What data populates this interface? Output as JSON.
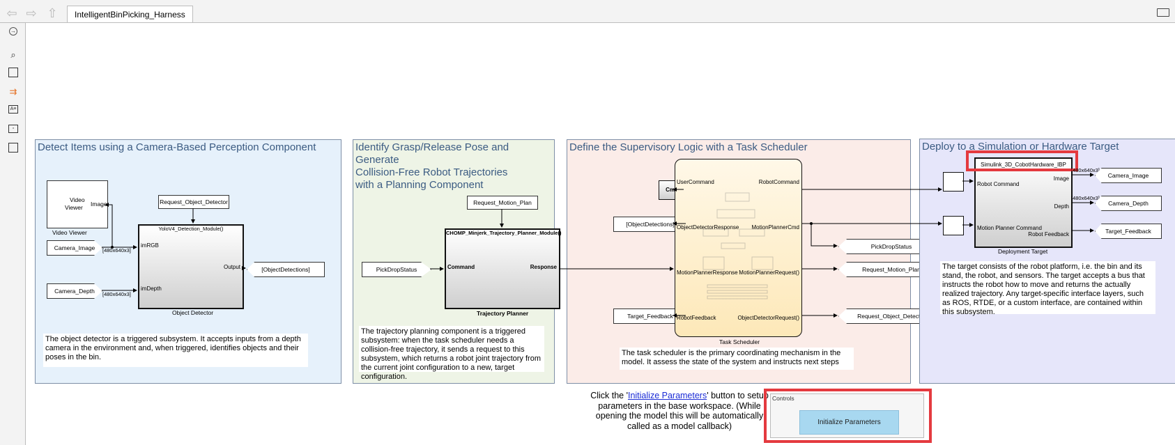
{
  "tab_title": "IntelligentBinPicking_Harness",
  "icons": [
    "back-icon",
    "forward-icon",
    "up-icon",
    "keyboard-icon",
    "hide-arrow-icon",
    "zoom-icon",
    "fit-view-icon",
    "signal-line-icon",
    "annotation-icon",
    "image-icon",
    "area-icon"
  ],
  "areas": {
    "perception": {
      "title": "Detect Items using a Camera-Based Perception Component",
      "video_viewer": {
        "line1": "Video",
        "line2": "Viewer",
        "port": "Image",
        "label": "Video Viewer"
      },
      "from_camera_image": "Camera_Image",
      "from_camera_depth": "Camera_Depth",
      "sig_rgb": "[480x640x3]",
      "sig_depth": "[480x640x3]",
      "request_tag": "Request_Object_Detector",
      "block_title": "YoloV4_Detection_Module()",
      "port_rgb": "imRGB",
      "port_depth": "imDepth",
      "port_output": "Output",
      "goto_detections": "[ObjectDetections]",
      "block_label": "Object Detector",
      "note": "The object detector is a triggered subsystem. It accepts inputs from a depth camera in the environment and, when triggered, identifies objects and their poses in the bin."
    },
    "planning": {
      "title": "Identify Grasp/Release Pose and Generate\nCollision-Free Robot Trajectories\nwith a Planning Component",
      "request_tag": "Request_Motion_Plan",
      "from_status": "PickDropStatus",
      "block_title": "CHOMP_Minjerk_Trajectory_Planner_Module()",
      "port_command": "Command",
      "port_response": "Response",
      "block_label": "Trajectory Planner",
      "note": "The trajectory planning component is a triggered subsystem: when the task scheduler needs a collision-free trajectory, it sends a request to this subsystem, which returns a robot joint trajectory from the current joint configuration to a new, target configuration."
    },
    "scheduler": {
      "title": "Define the Supervisory Logic with a Task Scheduler",
      "cmd_block": "Cmd",
      "from_detections": "[ObjectDetections]",
      "from_feedback": "Target_Feedback",
      "ports_in": [
        "UserCommand",
        "ObjectDetectorResponse",
        "MotionPlannerResponse",
        "RobotFeedback"
      ],
      "ports_out": [
        "RobotCommand",
        "MotionPlannerCmd",
        "MotionPlannerRequest()",
        "ObjectDetectorRequest()"
      ],
      "goto_status": "PickDropStatus",
      "goto_motion": "Request_Motion_Plan",
      "goto_detector": "Request_Object_Detector",
      "block_label": "Task Scheduler",
      "note": "The task scheduler is the primary coordinating mechanism in the model. It assess the state of the system and instructs next steps"
    },
    "deploy": {
      "title": "Deploy to a Simulation or Hardware Target",
      "block_title": "Simulink_3D_CobotHardware_IBP",
      "port_robot_command": "Robot Command",
      "port_motion_command": "Motion Planner Command",
      "port_image": "Image",
      "port_depth": "Depth",
      "port_feedback": "Robot Feedback",
      "sig_image": "[480x640x3]",
      "sig_depth": "[480x640x3]",
      "goto_image": "Camera_Image",
      "goto_depth": "Camera_Depth",
      "goto_feedback": "Target_Feedback",
      "block_label": "Deployment Target",
      "note": "The target consists of the robot platform, i.e. the bin and its stand, the robot, and sensors. The target accepts a bus that instructs the robot how to move and returns the actually realized trajectory. Any target-specific interface layers, such as ROS, RTDE, or a custom interface, are contained within this subsystem."
    }
  },
  "controls": {
    "instruction_pre": "Click the '",
    "instruction_link": "Initialize Parameters",
    "instruction_post": "' button to setup parameters in the base workspace. (While opening the model this will be automatically called as a model callback)",
    "panel_title": "Controls",
    "button_label": "Initialize Parameters"
  },
  "colors": {
    "perception_bg": "#e6f1fb",
    "planning_bg": "#eef4e6",
    "scheduler_bg": "#fbece8",
    "deploy_bg": "#e6e6fa",
    "highlight": "#e43a3f",
    "button_bg": "#a8d8f0"
  }
}
